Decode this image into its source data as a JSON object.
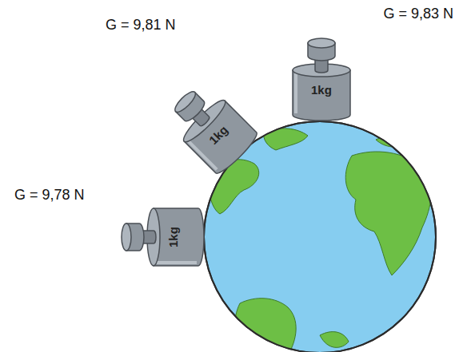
{
  "diagram": {
    "nodes": [
      {
        "text": [
          "1kg"
        ]
      },
      {
        "text": [
          "1kg"
        ]
      },
      {
        "text": [
          "1kg"
        ]
      }
    ],
    "labels": [
      "G = 9,83 N",
      "G = 9,81 N",
      "G = 9,78 N"
    ]
  }
}
